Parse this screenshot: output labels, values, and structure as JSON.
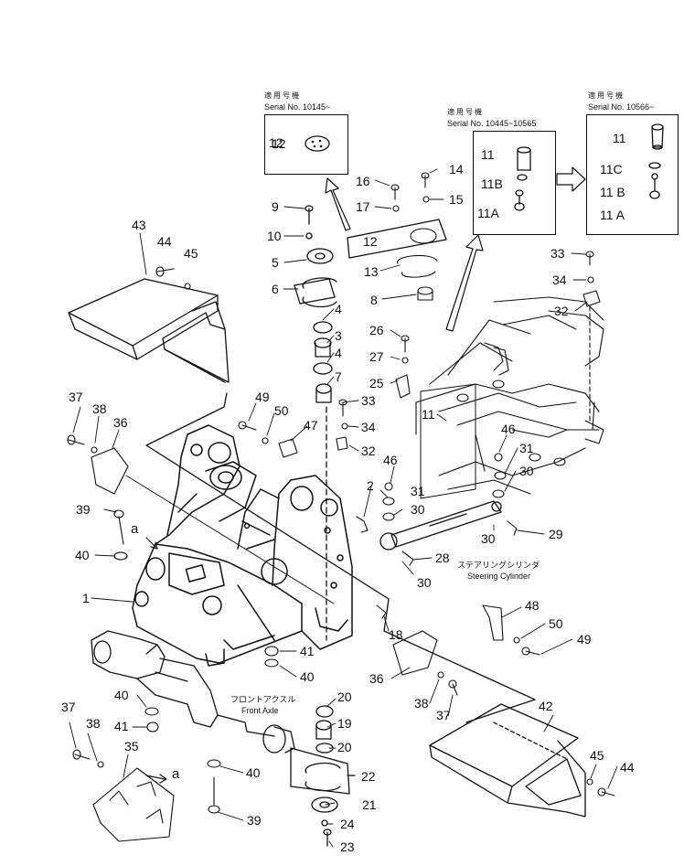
{
  "serial_boxes": {
    "left": {
      "heading": "適用号機",
      "serial": "Serial No. 10145~",
      "part": "12"
    },
    "middle": {
      "heading": "適用号機",
      "serial": "Serial No. 10445~10565",
      "parts": [
        "11",
        "11B",
        "11A"
      ]
    },
    "right": {
      "heading": "適用号機",
      "serial": "Serial No. 10566~",
      "parts": [
        "11",
        "11C",
        "11 B",
        "11 A"
      ]
    }
  },
  "annotations": {
    "steering_jp": "ステアリングシリンダ",
    "steering_en": "Steering Cylinder",
    "axle_jp": "フロントアクスル",
    "axle_en": "Front Axle",
    "ref_a1": "a",
    "ref_a2": "a"
  },
  "callouts": [
    {
      "id": "c12",
      "text": "12"
    },
    {
      "id": "c16",
      "text": "16"
    },
    {
      "id": "c14",
      "text": "14"
    },
    {
      "id": "c17",
      "text": "17"
    },
    {
      "id": "c15",
      "text": "15"
    },
    {
      "id": "c9",
      "text": "9"
    },
    {
      "id": "c12b",
      "text": "12"
    },
    {
      "id": "c10",
      "text": "10"
    },
    {
      "id": "c5",
      "text": "5"
    },
    {
      "id": "c13",
      "text": "13"
    },
    {
      "id": "c6",
      "text": "6"
    },
    {
      "id": "c8",
      "text": "8"
    },
    {
      "id": "c43",
      "text": "43"
    },
    {
      "id": "c44",
      "text": "44"
    },
    {
      "id": "c45",
      "text": "45"
    },
    {
      "id": "c4",
      "text": "4"
    },
    {
      "id": "c3",
      "text": "3"
    },
    {
      "id": "c4b",
      "text": "4"
    },
    {
      "id": "c7",
      "text": "7"
    },
    {
      "id": "c26",
      "text": "26"
    },
    {
      "id": "c27",
      "text": "27"
    },
    {
      "id": "c25",
      "text": "25"
    },
    {
      "id": "c11",
      "text": "11"
    },
    {
      "id": "c33",
      "text": "33"
    },
    {
      "id": "c34",
      "text": "34"
    },
    {
      "id": "c32",
      "text": "32"
    },
    {
      "id": "c33b",
      "text": "33"
    },
    {
      "id": "c34b",
      "text": "34"
    },
    {
      "id": "c32b",
      "text": "32"
    },
    {
      "id": "c37",
      "text": "37"
    },
    {
      "id": "c38",
      "text": "38"
    },
    {
      "id": "c36",
      "text": "36"
    },
    {
      "id": "c49",
      "text": "49"
    },
    {
      "id": "c50",
      "text": "50"
    },
    {
      "id": "c47",
      "text": "47"
    },
    {
      "id": "c46",
      "text": "46"
    },
    {
      "id": "c31",
      "text": "31"
    },
    {
      "id": "c30",
      "text": "30"
    },
    {
      "id": "c46b",
      "text": "46"
    },
    {
      "id": "c31b",
      "text": "31"
    },
    {
      "id": "c30b",
      "text": "30"
    },
    {
      "id": "c2",
      "text": "2"
    },
    {
      "id": "c30c",
      "text": "30"
    },
    {
      "id": "c29",
      "text": "29"
    },
    {
      "id": "c39",
      "text": "39"
    },
    {
      "id": "c28",
      "text": "28"
    },
    {
      "id": "c30d",
      "text": "30"
    },
    {
      "id": "c40",
      "text": "40"
    },
    {
      "id": "c1",
      "text": "1"
    },
    {
      "id": "c48",
      "text": "48"
    },
    {
      "id": "c18",
      "text": "18"
    },
    {
      "id": "c50b",
      "text": "50"
    },
    {
      "id": "c49b",
      "text": "49"
    },
    {
      "id": "c41",
      "text": "41"
    },
    {
      "id": "c40b",
      "text": "40"
    },
    {
      "id": "c36b",
      "text": "36"
    },
    {
      "id": "c38b",
      "text": "38"
    },
    {
      "id": "c37b",
      "text": "37"
    },
    {
      "id": "c40c",
      "text": "40"
    },
    {
      "id": "c20",
      "text": "20"
    },
    {
      "id": "c42",
      "text": "42"
    },
    {
      "id": "c41b",
      "text": "41"
    },
    {
      "id": "c19",
      "text": "19"
    },
    {
      "id": "c37c",
      "text": "37"
    },
    {
      "id": "c38c",
      "text": "38"
    },
    {
      "id": "c20b",
      "text": "20"
    },
    {
      "id": "c35",
      "text": "35"
    },
    {
      "id": "c22",
      "text": "22"
    },
    {
      "id": "c40d",
      "text": "40"
    },
    {
      "id": "c45b",
      "text": "45"
    },
    {
      "id": "c44b",
      "text": "44"
    },
    {
      "id": "c21",
      "text": "21"
    },
    {
      "id": "c39b",
      "text": "39"
    },
    {
      "id": "c24",
      "text": "24"
    },
    {
      "id": "c23",
      "text": "23"
    }
  ]
}
